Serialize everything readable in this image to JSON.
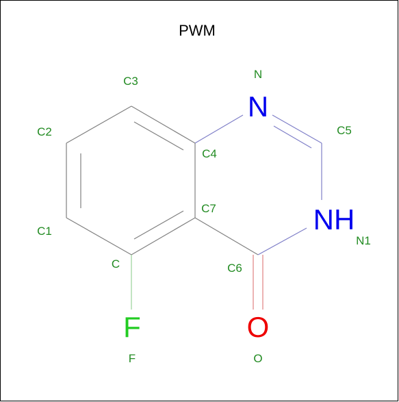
{
  "title": "PWM",
  "colors": {
    "carbon_label": "#228B22",
    "nitrogen": "#0000EE",
    "nitrogen_label": "#228B22",
    "oxygen": "#EE0000",
    "fluorine": "#22CC22",
    "bond": "#808080"
  },
  "elements": {
    "n_top": "N",
    "nh": "NH",
    "f": "F",
    "o": "O"
  },
  "atom_labels": {
    "n": "N",
    "c3": "C3",
    "c2": "C2",
    "c5": "C5",
    "c4": "C4",
    "c7": "C7",
    "c1": "C1",
    "n1": "N1",
    "c": "C",
    "c6": "C6",
    "f": "F",
    "o": "O"
  }
}
